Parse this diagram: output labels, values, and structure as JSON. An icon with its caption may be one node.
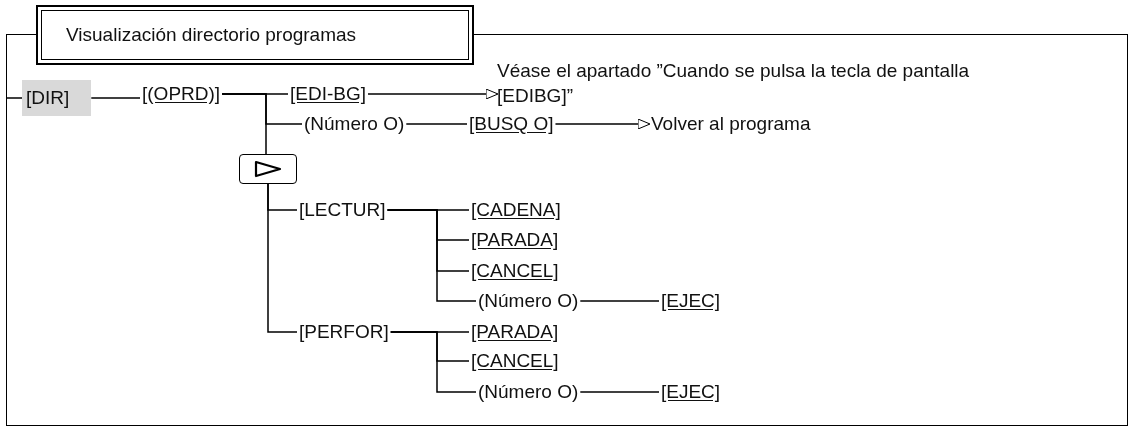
{
  "diagram": {
    "nodes": [
      {
        "text": [],
        "shape": "box"
      },
      {
        "text": [
          "Visualización directorio programas"
        ]
      },
      {
        "text": [
          "[DIR]"
        ],
        "in": 0
      },
      {
        "text": [
          "[(OPRD)]"
        ],
        "in": 0
      },
      {
        "text": [
          "[EDI-BG]"
        ],
        "in": 0
      },
      {
        "text": [
          "Véase el apartado ”Cuando se pulsa la tecla de pantalla [EDIBG]”"
        ],
        "in": 0
      },
      {
        "text": [
          "(Número O)"
        ],
        "in": 0
      },
      {
        "text": [
          "[BUSQ O]"
        ],
        "in": 0
      },
      {
        "text": [
          "Volver al programa"
        ],
        "in": 0
      },
      {
        "text": [],
        "shape": "box",
        "in": 0
      },
      {
        "text": [
          "[LECTUR]"
        ],
        "in": 0
      },
      {
        "text": [
          "[CADENA]"
        ],
        "in": 0
      },
      {
        "text": [
          "[PARADA]"
        ],
        "in": 0
      },
      {
        "text": [
          "[CANCEL]"
        ],
        "in": 0
      },
      {
        "text": [
          "(Número O)"
        ],
        "in": 0
      },
      {
        "text": [
          "[EJEC]"
        ],
        "in": 0
      },
      {
        "text": [
          "[PERFOR]"
        ],
        "in": 0
      },
      {
        "text": [
          "[PARADA]"
        ],
        "in": 0
      },
      {
        "text": [
          "[CANCEL]"
        ],
        "in": 0
      },
      {
        "text": [
          "(Número O)"
        ],
        "in": 0
      },
      {
        "text": [
          "[EJEC]"
        ],
        "in": 0
      }
    ],
    "edges": [
      {
        "from": 0,
        "to": 2,
        "arrow": "none"
      },
      {
        "from": 2,
        "to": 3,
        "arrow": "none"
      },
      {
        "from": 3,
        "to": 4,
        "arrow": "none"
      },
      {
        "from": 4,
        "to": 5,
        "arrow": "to"
      },
      {
        "from": 3,
        "to": 6,
        "arrow": "none"
      },
      {
        "from": 6,
        "to": 7,
        "arrow": "none"
      },
      {
        "from": 7,
        "to": 8,
        "arrow": "to"
      },
      {
        "from": 3,
        "to": 9,
        "arrow": "none"
      },
      {
        "from": 9,
        "to": 10,
        "arrow": "none"
      },
      {
        "from": 9,
        "to": 16,
        "arrow": "none"
      },
      {
        "from": 10,
        "to": 11,
        "arrow": "none"
      },
      {
        "from": 10,
        "to": 12,
        "arrow": "none"
      },
      {
        "from": 10,
        "to": 13,
        "arrow": "none"
      },
      {
        "from": 10,
        "to": 14,
        "arrow": "none"
      },
      {
        "from": 14,
        "to": 15,
        "arrow": "none"
      },
      {
        "from": 16,
        "to": 17,
        "arrow": "none"
      },
      {
        "from": 16,
        "to": 18,
        "arrow": "none"
      },
      {
        "from": 16,
        "to": 19,
        "arrow": "none"
      },
      {
        "from": 19,
        "to": 20,
        "arrow": "none"
      }
    ]
  }
}
